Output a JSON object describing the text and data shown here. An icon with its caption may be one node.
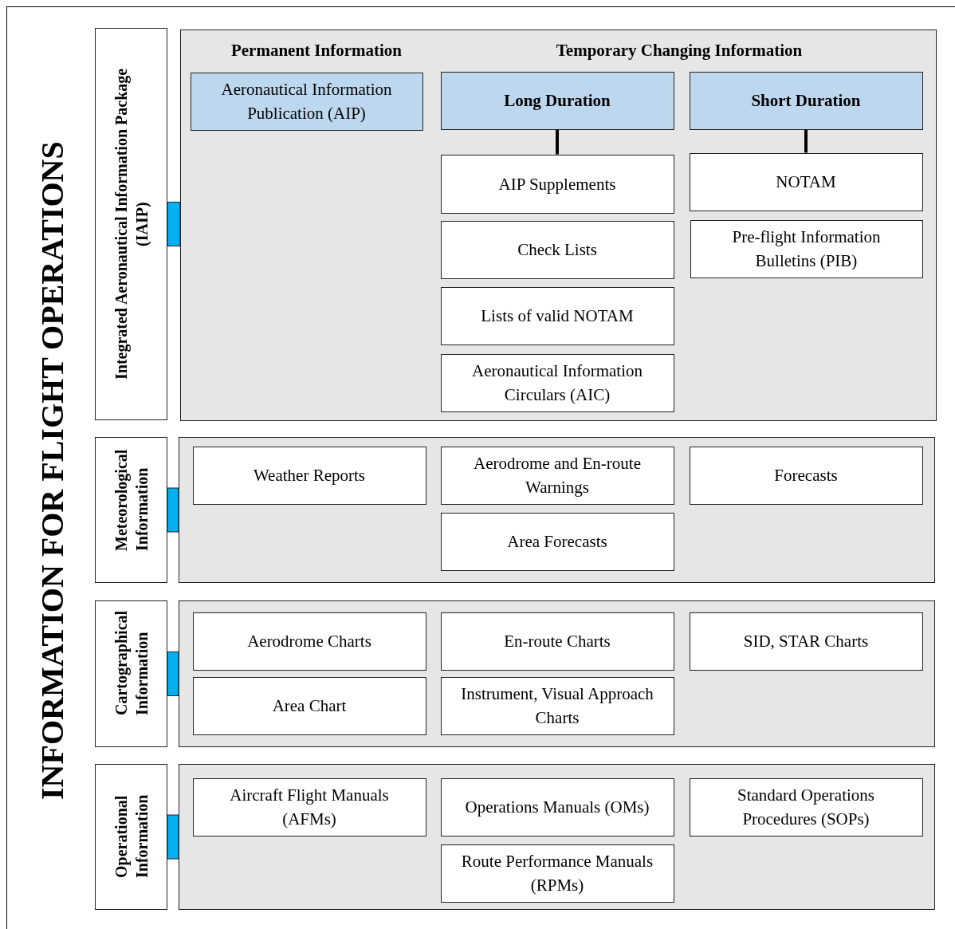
{
  "diagram": {
    "title": "INFORMATION FOR FLIGHT OPERATIONS",
    "nodes": [
      {
        "text": [
          "Integrated Aeronautical Information Package (IAIP)"
        ]
      },
      {
        "text": [
          "Permanent Information",
          "Temporary Changing Information"
        ]
      },
      {
        "text": [
          "Aeronautical Information Publication (AIP)"
        ],
        "in": 1
      },
      {
        "text": [
          "Long Duration"
        ],
        "in": 1
      },
      {
        "text": [
          "Short Duration"
        ],
        "in": 1
      },
      {
        "text": [
          "AIP Supplements"
        ],
        "in": 1
      },
      {
        "text": [
          "Check Lists"
        ],
        "in": 1
      },
      {
        "text": [
          "Lists of valid NOTAM"
        ],
        "in": 1
      },
      {
        "text": [
          "Aeronautical Information Circulars (AIC)"
        ],
        "in": 1
      },
      {
        "text": [
          "NOTAM"
        ],
        "in": 1
      },
      {
        "text": [
          "Pre-flight Information Bulletins (PIB)"
        ],
        "in": 1
      },
      {
        "text": [
          "Meteorological Information"
        ]
      },
      {
        "text": [],
        "shape": "box"
      },
      {
        "text": [
          "Weather Reports"
        ],
        "in": 12
      },
      {
        "text": [
          "Aerodrome and En-route Warnings"
        ],
        "in": 12
      },
      {
        "text": [
          "Forecasts"
        ],
        "in": 12
      },
      {
        "text": [
          "Area Forecasts"
        ],
        "in": 12
      },
      {
        "text": [
          "Cartographical Information"
        ]
      },
      {
        "text": [],
        "shape": "box"
      },
      {
        "text": [
          "Aerodrome Charts"
        ],
        "in": 18
      },
      {
        "text": [
          "En-route Charts"
        ],
        "in": 18
      },
      {
        "text": [
          "SID, STAR Charts"
        ],
        "in": 18
      },
      {
        "text": [
          "Area Chart"
        ],
        "in": 18
      },
      {
        "text": [
          "Instrument, Visual Approach Charts"
        ],
        "in": 18
      },
      {
        "text": [
          "Operational Information"
        ]
      },
      {
        "text": [],
        "shape": "box"
      },
      {
        "text": [
          "Aircraft Flight Manuals (AFMs)"
        ],
        "in": 25
      },
      {
        "text": [
          "Operations Manuals (OMs)"
        ],
        "in": 25
      },
      {
        "text": [
          "Standard Operations Procedures (SOPs)"
        ],
        "in": 25
      },
      {
        "text": [
          "Route Performance Manuals (RPMs)"
        ],
        "in": 25
      }
    ],
    "edges": [
      {
        "from": 0,
        "to": 1,
        "arrow": "none",
        "style": "thick",
        "color": "#00b0f0"
      },
      {
        "from": 3,
        "to": 5,
        "arrow": "none"
      },
      {
        "from": 4,
        "to": 9,
        "arrow": "none"
      },
      {
        "from": 11,
        "to": 12,
        "arrow": "none",
        "style": "thick",
        "color": "#00b0f0"
      },
      {
        "from": 17,
        "to": 18,
        "arrow": "none",
        "style": "thick",
        "color": "#00b0f0"
      },
      {
        "from": 24,
        "to": 25,
        "arrow": "none",
        "style": "thick",
        "color": "#00b0f0"
      }
    ]
  }
}
